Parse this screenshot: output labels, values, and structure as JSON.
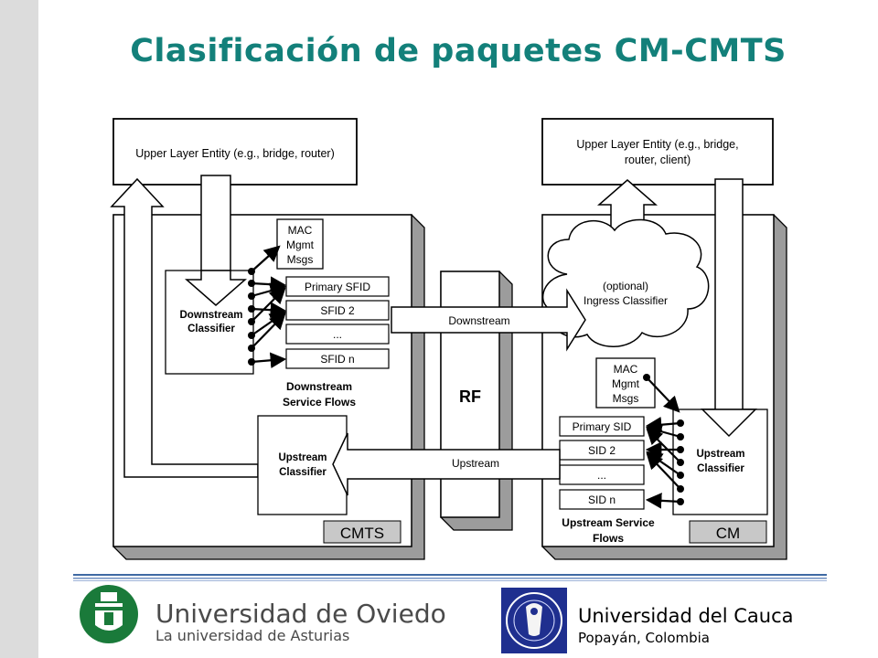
{
  "slide": {
    "title": "Clasificación de paquetes CM-CMTS"
  },
  "diagram": {
    "cmts_side": {
      "upper_layer": "Upper Layer Entity (e.g., bridge, router)",
      "mac_mgmt": [
        "MAC",
        "Mgmt",
        "Msgs"
      ],
      "downstream_classifier": [
        "Downstream",
        "Classifier"
      ],
      "flows": [
        "Primary SFID",
        "SFID 2",
        "...",
        "SFID n"
      ],
      "flows_caption": [
        "Downstream",
        "Service Flows"
      ],
      "upstream_classifier": [
        "Upstream",
        "Classifier"
      ],
      "label": "CMTS"
    },
    "rf": {
      "label": "RF"
    },
    "links": {
      "downstream": "Downstream",
      "upstream": "Upstream"
    },
    "cm_side": {
      "upper_layer": [
        "Upper Layer Entity (e.g., bridge,",
        "router, client)"
      ],
      "ingress": [
        "(optional)",
        "Ingress Classifier"
      ],
      "mac_mgmt": [
        "MAC",
        "Mgmt",
        "Msgs"
      ],
      "flows": [
        "Primary SID",
        "SID 2",
        "...",
        "SID n"
      ],
      "flows_caption": [
        "Upstream Service",
        "Flows"
      ],
      "upstream_classifier": [
        "Upstream",
        "Classifier"
      ],
      "label": "CM"
    }
  },
  "footer": {
    "left": {
      "name": "Universidad de Oviedo",
      "subtitle": "La universidad de Asturias"
    },
    "right": {
      "name": "Universidad del Cauca",
      "subtitle": "Popayán, Colombia"
    }
  },
  "colors": {
    "title": "#13807a",
    "left_bar": "#dcdcdc",
    "rule": "#3f6aa3",
    "oviedo_logo": "#1a7a3a",
    "cauca_logo": "#1f2f8f"
  }
}
